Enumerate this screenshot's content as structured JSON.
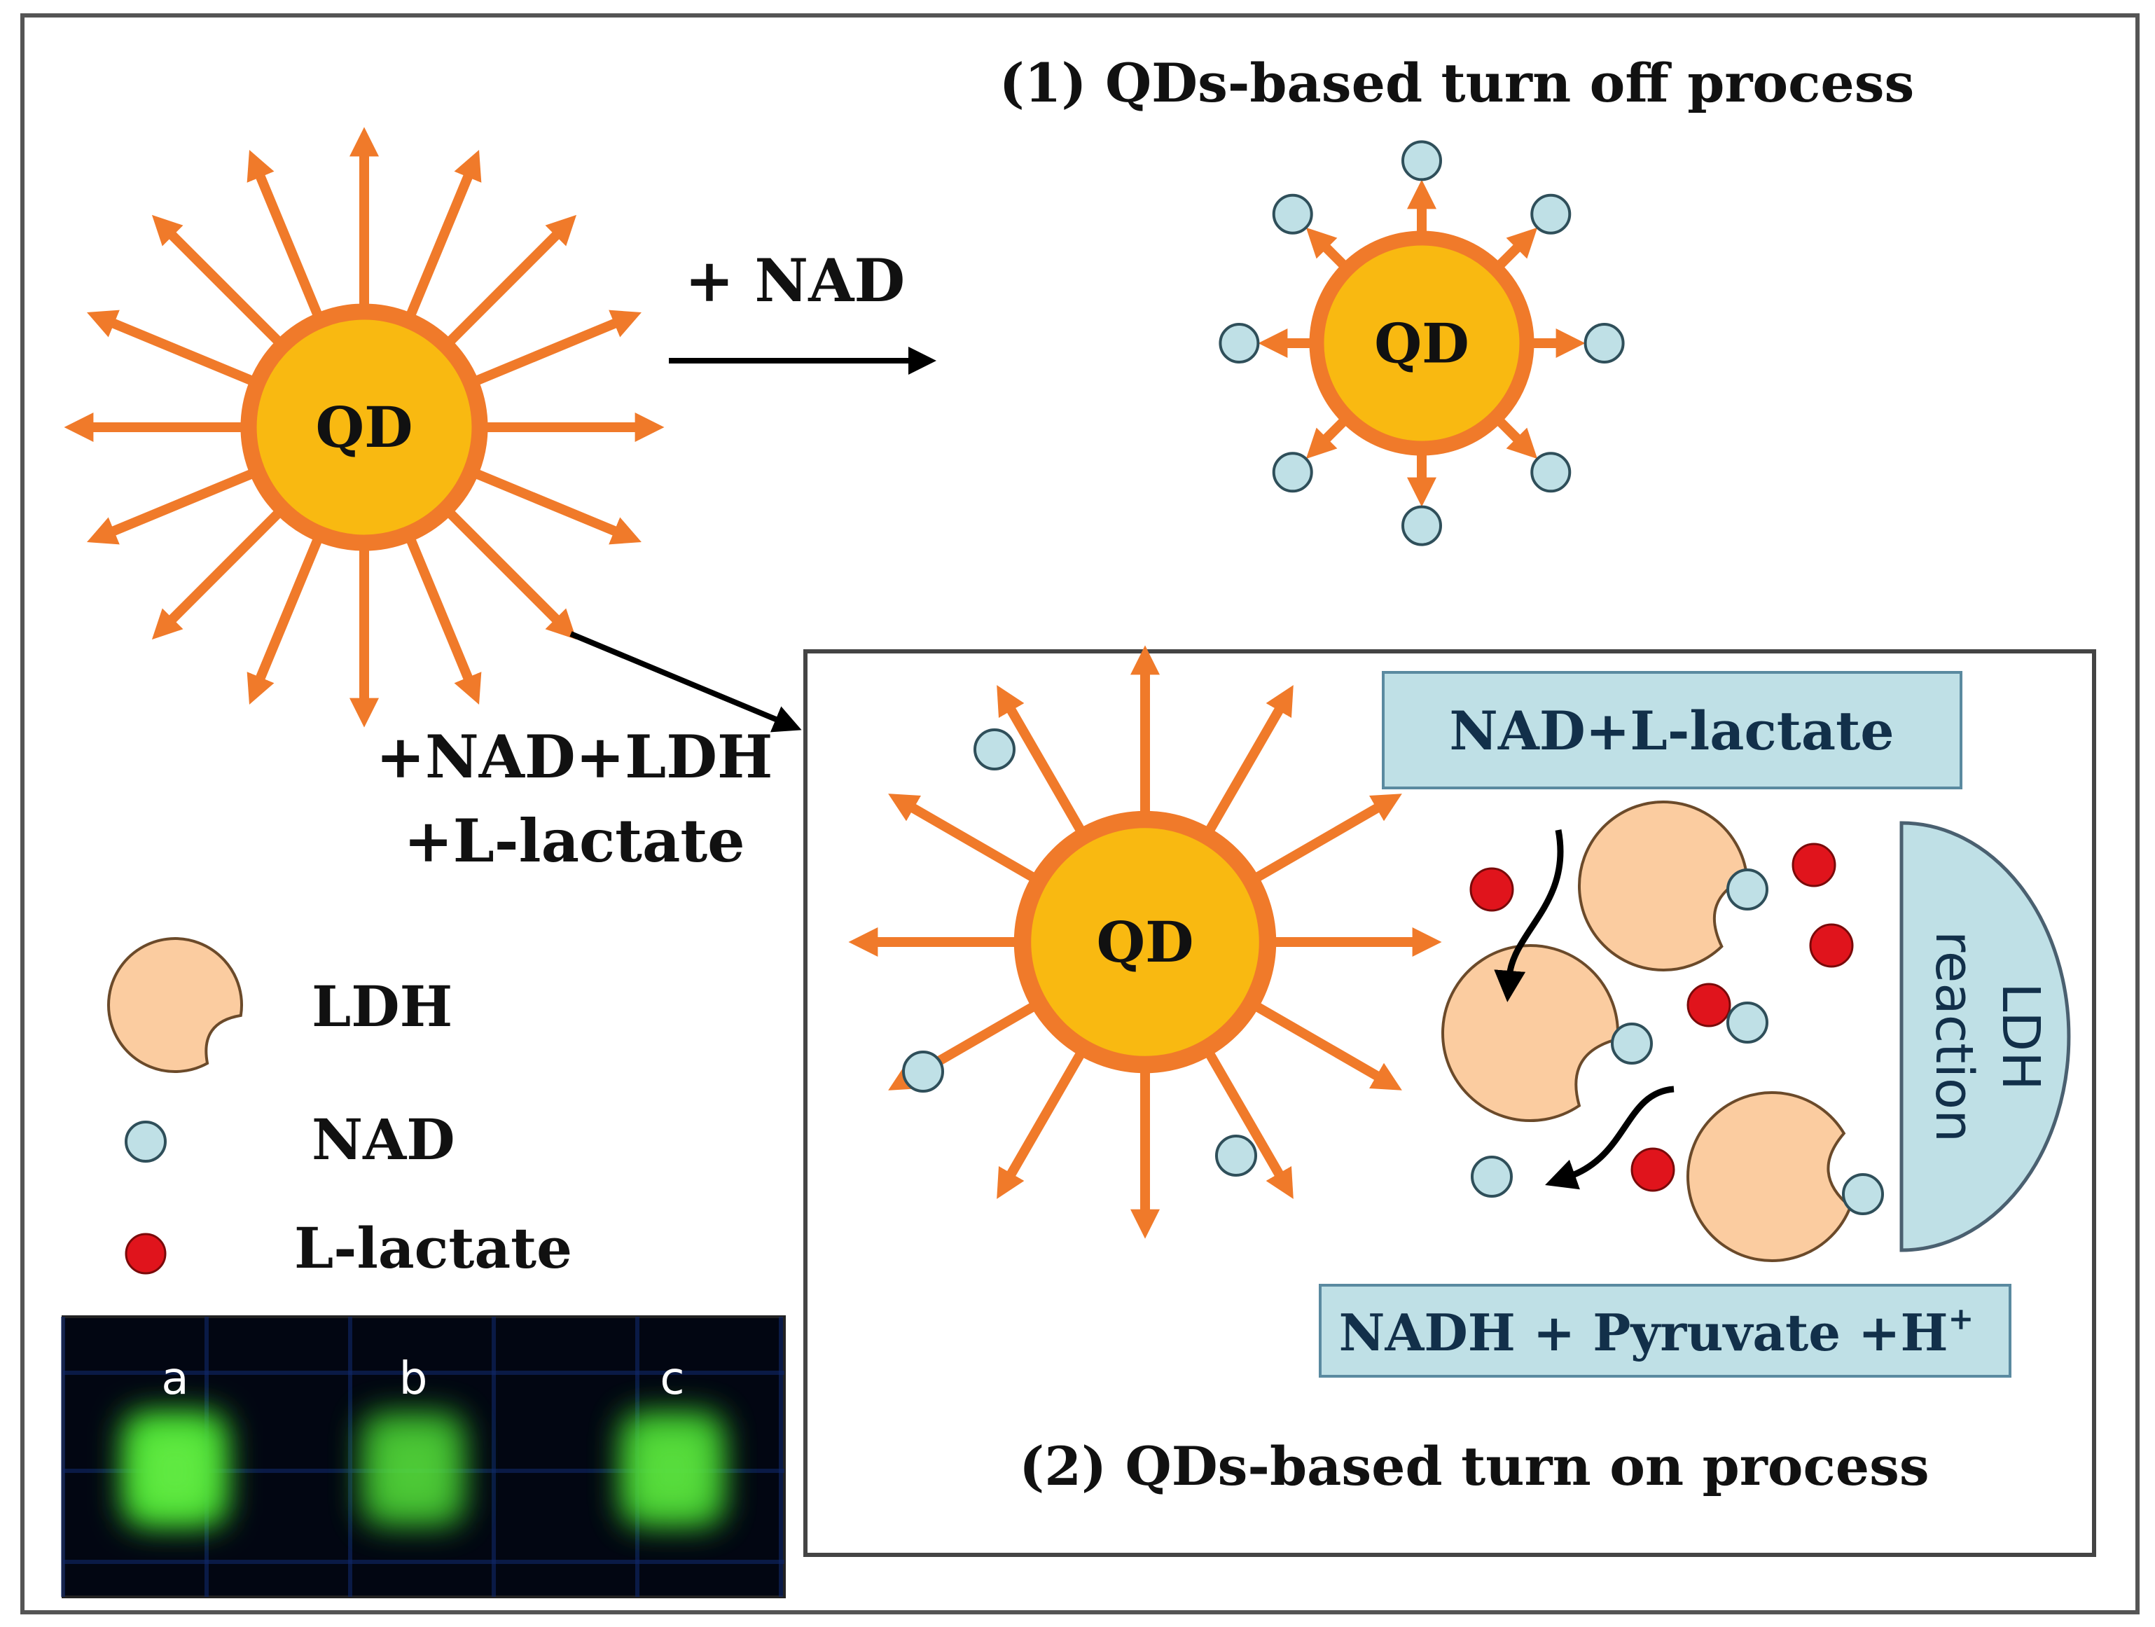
{
  "colors": {
    "ray": "#f07a2a",
    "qd_core": "#f9b911",
    "qd_ring": "#f07a2a",
    "nad": "#bfe0e6",
    "lactate": "#e0141c",
    "ldh": "#fbcca0",
    "box_fill": "#bfe0e6",
    "box_text": "#12304a",
    "arrow": "#000000",
    "photo_green": "#3cd62a"
  },
  "labels": {
    "process1": "(1) QDs-based turn off process",
    "process2": "(2) QDs-based turn on process",
    "plus_nad": "+ NAD",
    "plus_nad_ldh": "+NAD+LDH",
    "plus_lactate": "+L-lactate",
    "qd": "QD",
    "substrate_box": "NAD+L-lactate",
    "product_box_main": "NADH + Pyruvate +H",
    "product_box_sup": "+",
    "ldh_reaction_line1": "LDH",
    "ldh_reaction_line2": "reaction"
  },
  "legend": [
    {
      "icon": "ldh-enzyme-icon",
      "label": "LDH"
    },
    {
      "icon": "nad-dot-icon",
      "label": "NAD"
    },
    {
      "icon": "lactate-dot-icon",
      "label": "L-lactate"
    }
  ],
  "photo": {
    "wells": [
      "a",
      "b",
      "c"
    ],
    "brightness": [
      1.0,
      0.6,
      0.8
    ]
  }
}
